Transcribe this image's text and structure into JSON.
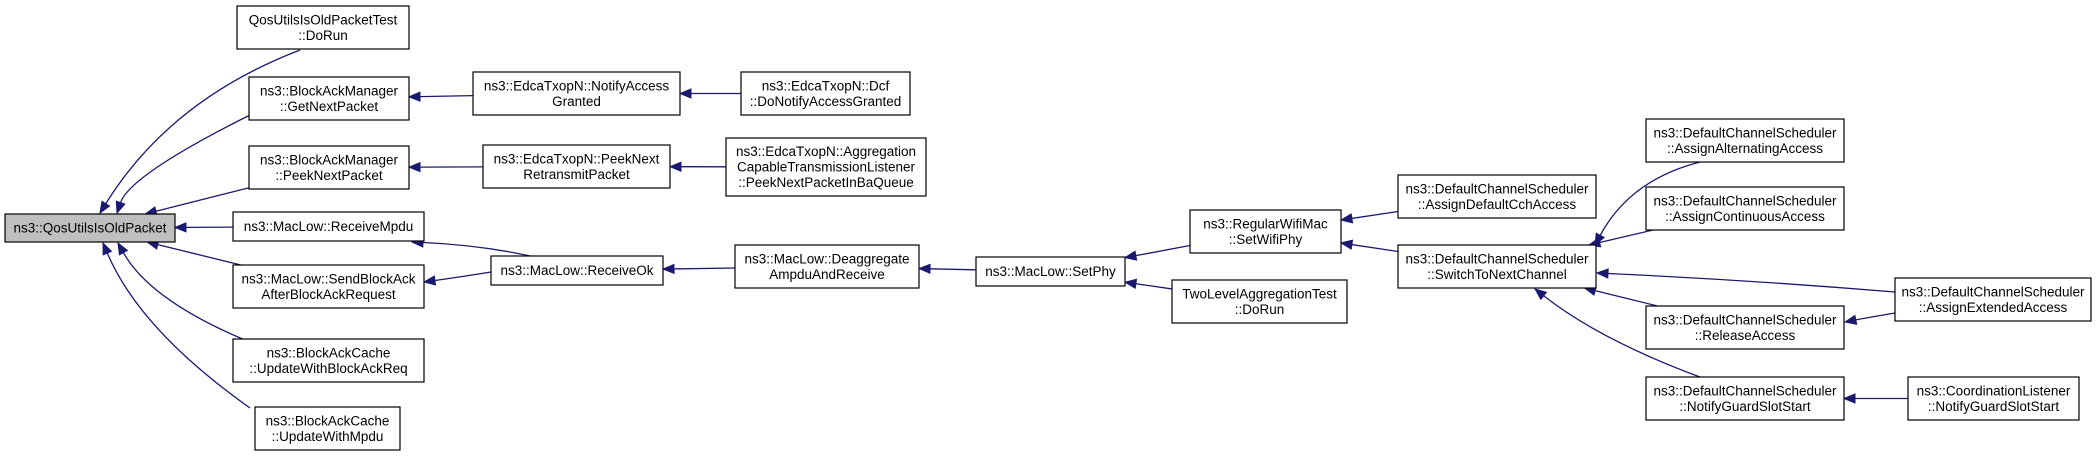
{
  "graph": {
    "nodes": {
      "n0": {
        "lines": [
          "ns3::QosUtilsIsOldPacket"
        ],
        "root": true
      },
      "n1": {
        "lines": [
          "QosUtilsIsOldPacketTest",
          "::DoRun"
        ]
      },
      "n2": {
        "lines": [
          "ns3::BlockAckManager",
          "::GetNextPacket"
        ]
      },
      "n3": {
        "lines": [
          "ns3::EdcaTxopN::NotifyAccess",
          "Granted"
        ]
      },
      "n4": {
        "lines": [
          "ns3::EdcaTxopN::Dcf",
          "::DoNotifyAccessGranted"
        ]
      },
      "n5": {
        "lines": [
          "ns3::BlockAckManager",
          "::PeekNextPacket"
        ]
      },
      "n6": {
        "lines": [
          "ns3::EdcaTxopN::PeekNext",
          "RetransmitPacket"
        ]
      },
      "n7": {
        "lines": [
          "ns3::EdcaTxopN::Aggregation",
          "CapableTransmissionListener",
          "::PeekNextPacketInBaQueue"
        ]
      },
      "n8": {
        "lines": [
          "ns3::MacLow::ReceiveMpdu"
        ]
      },
      "n9": {
        "lines": [
          "ns3::MacLow::ReceiveOk"
        ]
      },
      "n10": {
        "lines": [
          "ns3::MacLow::Deaggregate",
          "AmpduAndReceive"
        ]
      },
      "n11": {
        "lines": [
          "ns3::MacLow::SetPhy"
        ]
      },
      "n12": {
        "lines": [
          "ns3::RegularWifiMac",
          "::SetWifiPhy"
        ]
      },
      "n13": {
        "lines": [
          "ns3::DefaultChannelScheduler",
          "::AssignDefaultCchAccess"
        ]
      },
      "n14": {
        "lines": [
          "ns3::DefaultChannelScheduler",
          "::SwitchToNextChannel"
        ]
      },
      "n15": {
        "lines": [
          "ns3::DefaultChannelScheduler",
          "::AssignAlternatingAccess"
        ]
      },
      "n16": {
        "lines": [
          "ns3::DefaultChannelScheduler",
          "::AssignContinuousAccess"
        ]
      },
      "n17": {
        "lines": [
          "ns3::DefaultChannelScheduler",
          "::AssignExtendedAccess"
        ]
      },
      "n18": {
        "lines": [
          "ns3::DefaultChannelScheduler",
          "::ReleaseAccess"
        ]
      },
      "n19": {
        "lines": [
          "ns3::DefaultChannelScheduler",
          "::NotifyGuardSlotStart"
        ]
      },
      "n20": {
        "lines": [
          "ns3::CoordinationListener",
          "::NotifyGuardSlotStart"
        ]
      },
      "n21": {
        "lines": [
          "TwoLevelAggregationTest",
          "::DoRun"
        ]
      },
      "n22": {
        "lines": [
          "ns3::MacLow::SendBlockAck",
          "AfterBlockAckRequest"
        ]
      },
      "n23": {
        "lines": [
          "ns3::BlockAckCache",
          "::UpdateWithBlockAckReq"
        ]
      },
      "n24": {
        "lines": [
          "ns3::BlockAckCache",
          "::UpdateWithMpdu"
        ]
      }
    },
    "edges": [
      {
        "from": "n1",
        "to": "n0"
      },
      {
        "from": "n2",
        "to": "n0"
      },
      {
        "from": "n5",
        "to": "n0"
      },
      {
        "from": "n8",
        "to": "n0"
      },
      {
        "from": "n22",
        "to": "n0"
      },
      {
        "from": "n23",
        "to": "n0"
      },
      {
        "from": "n24",
        "to": "n0"
      },
      {
        "from": "n3",
        "to": "n2"
      },
      {
        "from": "n4",
        "to": "n3"
      },
      {
        "from": "n6",
        "to": "n5"
      },
      {
        "from": "n7",
        "to": "n6"
      },
      {
        "from": "n9",
        "to": "n8"
      },
      {
        "from": "n9",
        "to": "n22"
      },
      {
        "from": "n10",
        "to": "n9"
      },
      {
        "from": "n11",
        "to": "n10"
      },
      {
        "from": "n12",
        "to": "n11"
      },
      {
        "from": "n21",
        "to": "n11"
      },
      {
        "from": "n13",
        "to": "n12"
      },
      {
        "from": "n14",
        "to": "n12"
      },
      {
        "from": "n15",
        "to": "n14"
      },
      {
        "from": "n16",
        "to": "n14"
      },
      {
        "from": "n17",
        "to": "n14"
      },
      {
        "from": "n18",
        "to": "n14"
      },
      {
        "from": "n19",
        "to": "n14"
      },
      {
        "from": "n17",
        "to": "n18"
      },
      {
        "from": "n20",
        "to": "n19"
      }
    ]
  }
}
